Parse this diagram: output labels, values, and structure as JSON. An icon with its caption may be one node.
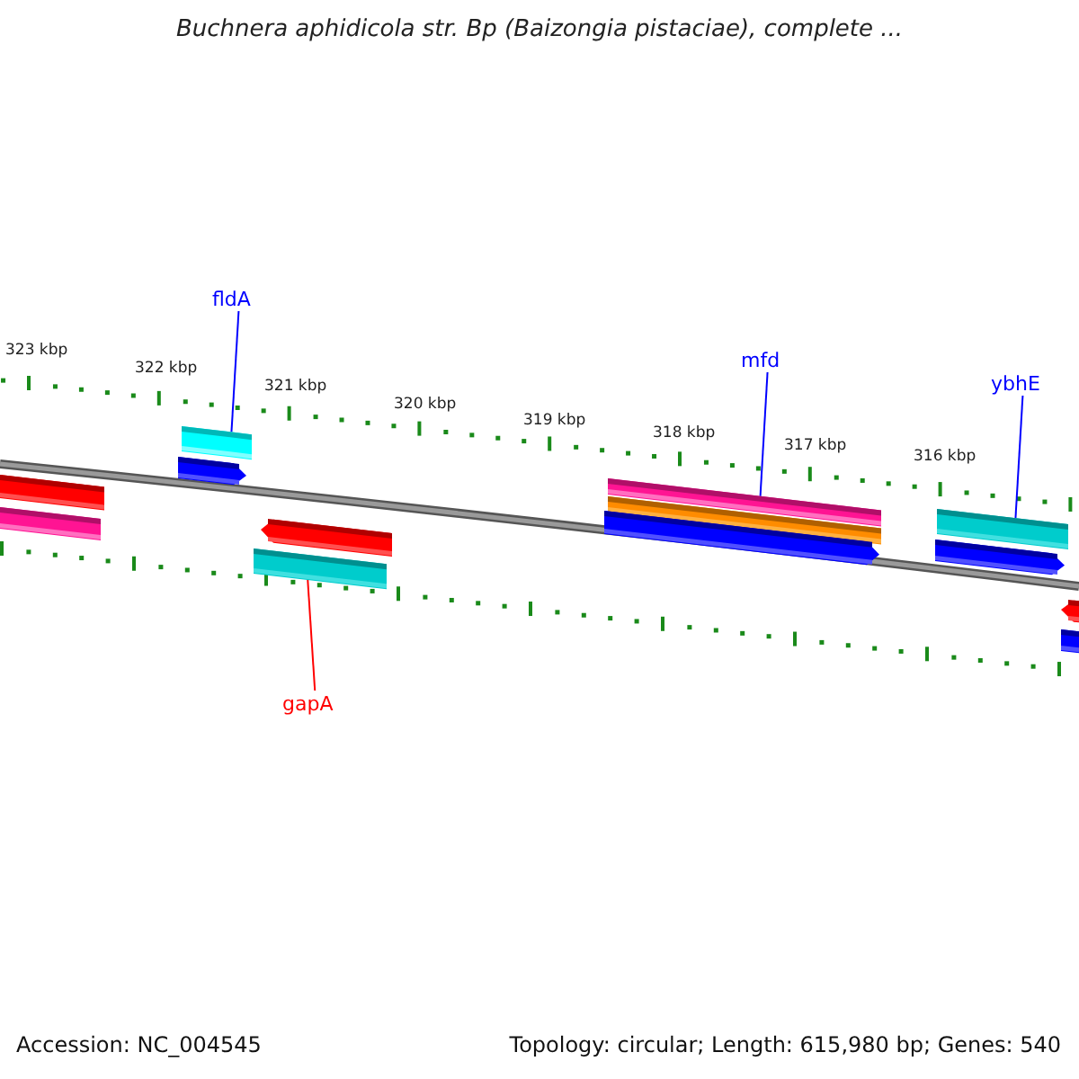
{
  "diagram": {
    "title": "Buchnera aphidicola str. Bp (Baizongia pistaciae), complete ...",
    "nodes": [
      {
        "text": [
          "fldA"
        ]
      },
      {
        "text": [],
        "shape": "bar"
      },
      {
        "text": [
          "gapA"
        ]
      },
      {
        "text": [],
        "shape": "bar"
      },
      {
        "text": [
          "mfd"
        ]
      },
      {
        "text": [],
        "shape": "bar"
      },
      {
        "text": [
          "ybhE"
        ]
      },
      {
        "text": [],
        "shape": "bar"
      }
    ],
    "edges": [
      {
        "from": 0,
        "to": 1,
        "arrow": "none"
      },
      {
        "from": 2,
        "to": 3,
        "arrow": "none",
        "color": "#ff0000"
      },
      {
        "from": 4,
        "to": 5,
        "arrow": "none"
      },
      {
        "from": 6,
        "to": 7,
        "arrow": "none"
      }
    ],
    "labels": [
      "323 kbp",
      "322 kbp",
      "321 kbp",
      "320 kbp",
      "319 kbp",
      "318 kbp",
      "317 kbp",
      "316 kbp",
      "Accession: NC_004545",
      "Topology: circular; Length: 615,980 bp; Genes: 540"
    ]
  }
}
